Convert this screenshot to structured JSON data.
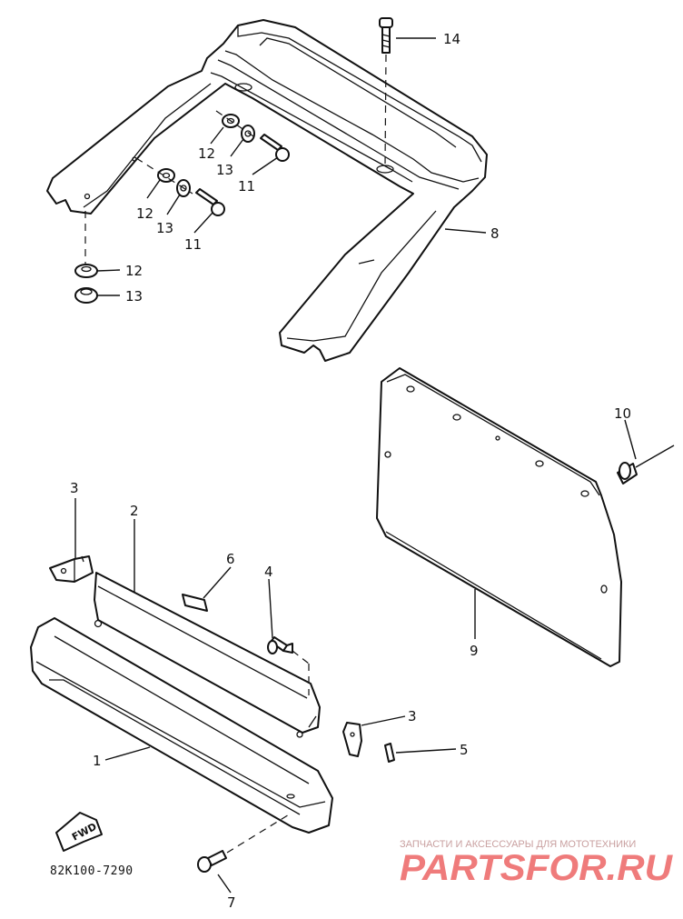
{
  "callouts": {
    "c1": "1",
    "c2": "2",
    "c3a": "3",
    "c3b": "3",
    "c4": "4",
    "c5": "5",
    "c6": "6",
    "c7": "7",
    "c8": "8",
    "c9": "9",
    "c10": "10",
    "c11a": "11",
    "c11b": "11",
    "c12a": "12",
    "c12b": "12",
    "c12c": "12",
    "c13a": "13",
    "c13b": "13",
    "c13c": "13",
    "c14": "14"
  },
  "diagram_code": "82K100-7290",
  "direction_arrow_label": "FWD",
  "watermark": {
    "caption": "ЗАПЧАСТИ И АКСЕССУАРЫ ДЛЯ МОТОТЕХНИКИ",
    "logo": "PARTSFOR.RU"
  }
}
